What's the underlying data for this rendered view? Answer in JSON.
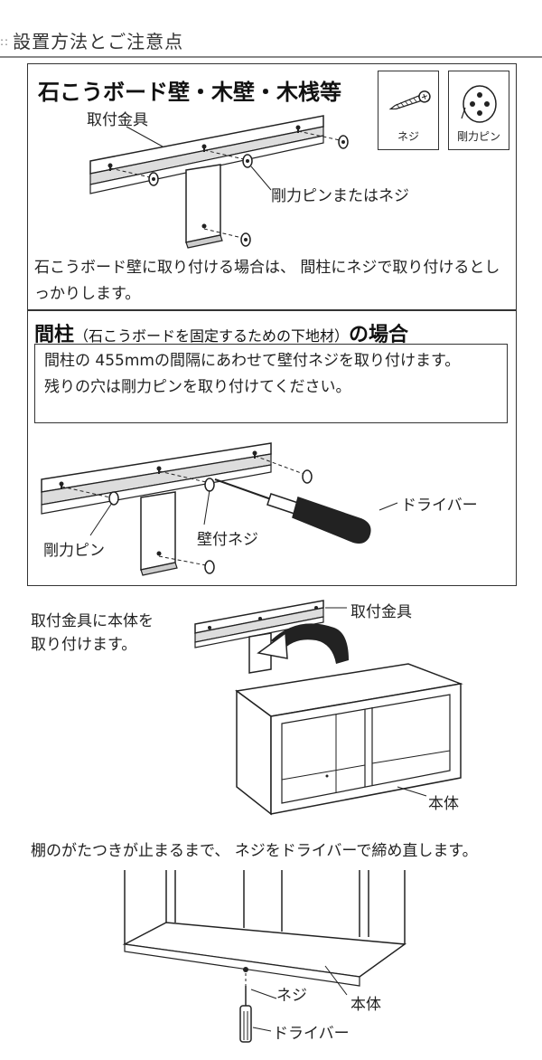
{
  "header": {
    "marker": "::",
    "title": "設置方法とご注意点"
  },
  "section1": {
    "title": "石こうボード壁・木壁・木桟等",
    "legend": {
      "screw": "ネジ",
      "pin": "剛力ピン"
    },
    "label_bracket": "取付金具",
    "label_pin_or_screw": "剛力ピンまたはネジ",
    "paragraph": "石こうボード壁に取り付ける場合は、 間柱にネジで取り付けるとしっかりします。"
  },
  "section2": {
    "title_main": "間柱",
    "title_sub": "（石こうボードを固定するための下地材）",
    "title_tail": "の場合",
    "note_line1": "間柱の 455mmの間隔にあわせて壁付ネジを取り付けます。",
    "note_line2": "残りの穴は剛力ピンを取り付けてください。",
    "label_driver": "ドライバー",
    "label_pin": "剛力ピン",
    "label_wall_screw": "壁付ネジ"
  },
  "step3": {
    "text_line1": "取付金具に本体を",
    "text_line2": "取り付けます。",
    "label_bracket": "取付金具",
    "label_body": "本体"
  },
  "step4": {
    "text": "棚のがたつきが止まるまで、 ネジをドライバーで締め直します。",
    "label_screw": "ネジ",
    "label_body": "本体",
    "label_driver": "ドライバー"
  }
}
